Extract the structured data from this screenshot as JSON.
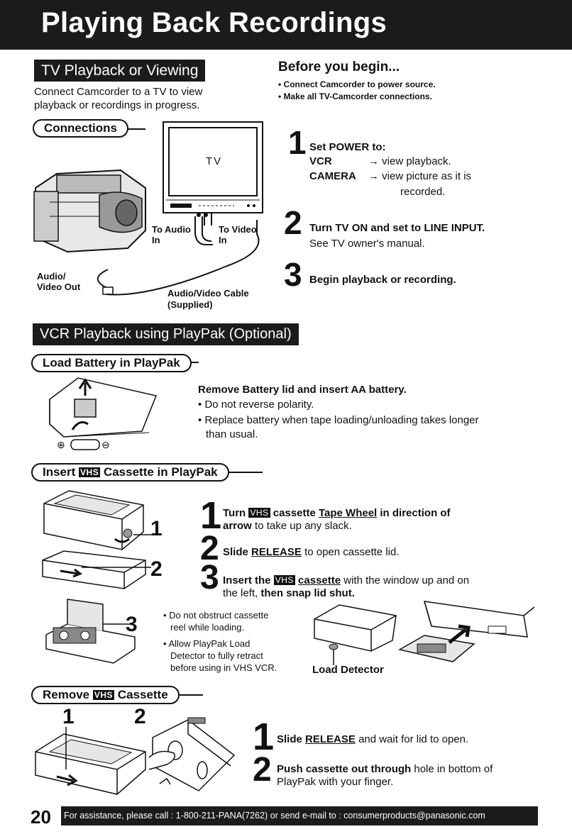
{
  "page": {
    "title": "Playing Back Recordings",
    "page_number": "20",
    "footer": "For assistance, please call : 1-800-211-PANA(7262) or send e-mail to : consumerproducts@panasonic.com"
  },
  "tv_section": {
    "heading": "TV Playback or Viewing",
    "intro_line1": "Connect Camcorder to a TV to view",
    "intro_line2": "playback or recordings in progress.",
    "connections_label": "Connections",
    "tv_screen_label": "TV",
    "to_audio_in_1": "To Audio",
    "to_audio_in_2": "In",
    "to_video_in_1": "To Video",
    "to_video_in_2": "In",
    "av_out_1": "Audio/",
    "av_out_2": "Video Out",
    "cable_1": "Audio/Video Cable",
    "cable_2": "(Supplied)"
  },
  "before": {
    "heading": "Before you begin...",
    "items": [
      "• Connect Camcorder to power source.",
      "• Make all TV-Camcorder connections."
    ]
  },
  "tv_steps": {
    "s1_num": "1",
    "s1_title": "Set POWER to:",
    "s1_vcr_key": "VCR",
    "s1_vcr_val": "→ view playback.",
    "s1_cam_key": "CAMERA",
    "s1_cam_val": "→ view picture as it is",
    "s1_cam_val2": "recorded.",
    "s2_num": "2",
    "s2_title": "Turn TV ON and set to LINE INPUT.",
    "s2_sub": "See TV owner's manual.",
    "s3_num": "3",
    "s3_title": "Begin playback or recording."
  },
  "vcr_section": {
    "heading": "VCR Playback using PlayPak (Optional)"
  },
  "battery": {
    "label": "Load Battery in PlayPak",
    "title": "Remove Battery lid and insert AA battery.",
    "b1": "• Do not reverse polarity.",
    "b2": "• Replace battery when tape loading/unloading takes longer",
    "b2b": "than usual.",
    "plus": "⊕",
    "minus": "⊖"
  },
  "insert": {
    "label_pre": "Insert",
    "label_vhs": "VHS",
    "label_post": "Cassette in PlayPak",
    "callout1": "1",
    "callout2": "2",
    "callout3": "3",
    "s1_num": "1",
    "s1_a": "Turn",
    "s1_vhs": "VHS",
    "s1_b": "cassette",
    "s1_c": "Tape Wheel",
    "s1_d": "in direction of",
    "s1_e": "arrow",
    "s1_f": "to take up any slack.",
    "s2_num": "2",
    "s2_a": "Slide",
    "s2_b": "RELEASE",
    "s2_c": "to open cassette lid.",
    "s3_num": "3",
    "s3_a": "Insert the",
    "s3_vhs": "VHS",
    "s3_b": "cassette",
    "s3_c": "with the window up and on",
    "s3_d": "the left,",
    "s3_e": "then snap lid shut.",
    "note1": "• Do not obstruct cassette",
    "note1b": "reel while loading.",
    "note2": "• Allow PlayPak Load",
    "note2b": "Detector to fully retract",
    "note2c": "before using in VHS VCR.",
    "load_detector": "Load Detector"
  },
  "remove": {
    "label_pre": "Remove",
    "label_vhs": "VHS",
    "label_post": "Cassette",
    "callout1": "1",
    "callout2": "2",
    "s1_num": "1",
    "s1_a": "Slide",
    "s1_b": "RELEASE",
    "s1_c": "and wait for lid to open.",
    "s2_num": "2",
    "s2_a": "Push cassette out through",
    "s2_b": "hole in bottom of",
    "s2_c": "PlayPak with your finger."
  }
}
